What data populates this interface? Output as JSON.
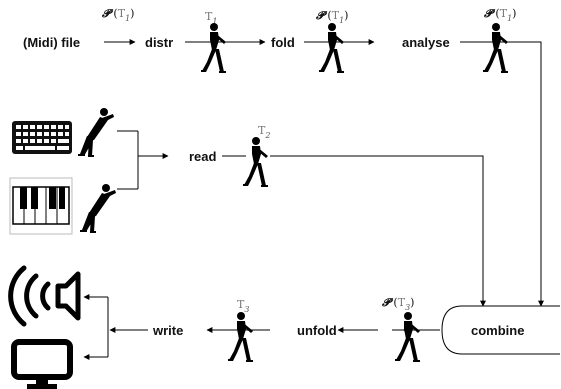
{
  "nodes": {
    "midi_file": "(Midi) file",
    "distr": "distr",
    "fold": "fold",
    "analyse": "analyse",
    "read": "read",
    "write": "write",
    "unfold": "unfold",
    "combine": "combine"
  },
  "annotations": {
    "midi_to_distr": {
      "prefix": "𝓟",
      "letter": "T",
      "sub": "1"
    },
    "distr_worker": {
      "letter": "T",
      "sub": "1"
    },
    "fold_to_fold_worker": {
      "prefix": "𝓟",
      "letter": "T",
      "sub": "1"
    },
    "analyse_worker": {
      "prefix": "𝓟",
      "letter": "T",
      "sub": "1"
    },
    "read_worker": {
      "letter": "T",
      "sub": "2"
    },
    "write_worker": {
      "letter": "T",
      "sub": "3"
    },
    "unfold_worker": {
      "prefix": "𝓟",
      "letter": "T",
      "sub": "3"
    }
  },
  "icons": {
    "inputs": [
      "keyboard-icon",
      "piano-keys-icon"
    ],
    "outputs": [
      "speaker-icon",
      "monitor-icon"
    ],
    "actors": [
      "pushing-figure-icon",
      "rope-pulling-figure-icon"
    ]
  },
  "colors": {
    "ink": "#000000",
    "muted": "#777777",
    "background": "#ffffff"
  }
}
